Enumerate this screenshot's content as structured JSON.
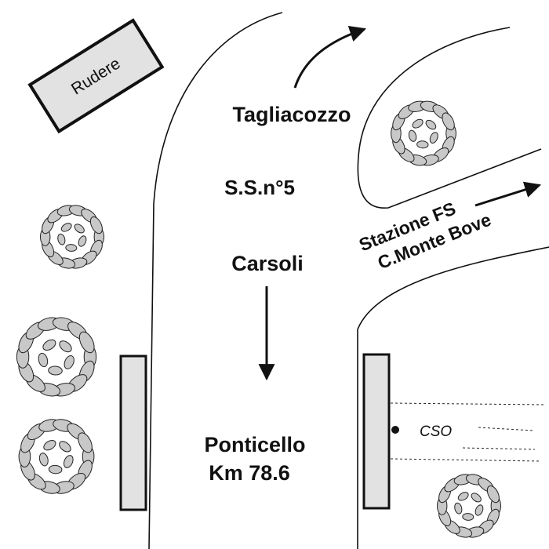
{
  "labels": {
    "rudere": "Rudere",
    "tagliacozzo": "Tagliacozzo",
    "road_name": "S.S.n°5",
    "carsoli": "Carsoli",
    "stazione": "Stazione FS",
    "monte_bove": "C.Monte Bove",
    "cso": "CSO",
    "ponticello": "Ponticello",
    "km": "Km 78.6"
  },
  "colors": {
    "ink": "#111111",
    "building_fill": "#e2e2e2",
    "tree_fill": "#c8c8c8",
    "background": "#ffffff"
  }
}
